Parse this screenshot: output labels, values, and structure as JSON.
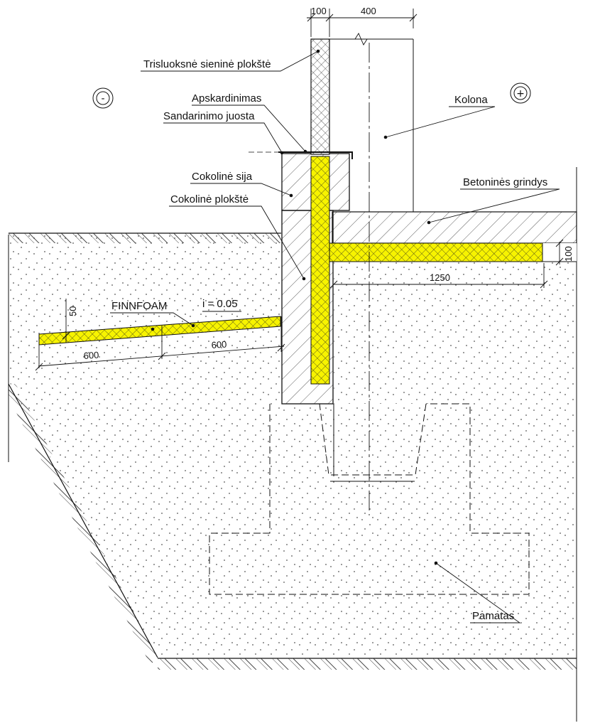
{
  "labels": {
    "wall_panel": "Trisluoksnė sieninė plokštė",
    "flashing": "Apskardinimas",
    "sealing_tape": "Sandarinimo juosta",
    "plinth_beam": "Cokolinė sija",
    "plinth_panel": "Cokolinė plokštė",
    "column": "Kolona",
    "concrete_floor": "Betoninės grindys",
    "insulation": "FINNFOAM",
    "slope": "i = 0.05",
    "foundation": "Pamatas"
  },
  "dimensions": {
    "wall_thickness": "100",
    "column_width": "400",
    "floor_insulation_length": "1250",
    "floor_insulation_thickness": "100",
    "ground_insulation_thickness": "50",
    "ground_insulation_seg1": "600",
    "ground_insulation_seg2": "600"
  },
  "symbols": {
    "outside": "-",
    "inside": "+"
  },
  "colors": {
    "insulation": "#f7f300",
    "line": "#111111"
  }
}
